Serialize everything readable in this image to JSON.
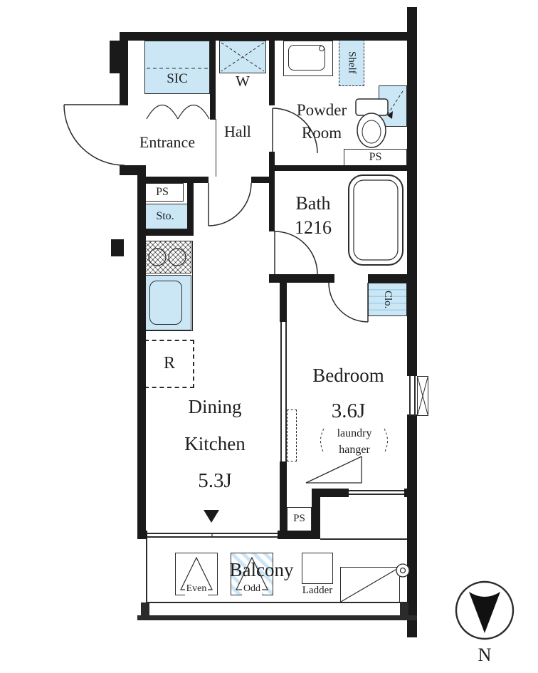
{
  "colors": {
    "wall": "#1a1a1a",
    "line": "#2b2b2b",
    "text": "#1f1f1f",
    "fixture_blue": "#cbe7f6",
    "fixture_blue_stripe": "#9fd0e8"
  },
  "rooms": {
    "entrance": "Entrance",
    "hall": "Hall",
    "powder_line1": "Powder",
    "powder_line2": "Room",
    "bath_name": "Bath",
    "bath_size": "1216",
    "dk_line1": "Dining",
    "dk_line2": "Kitchen",
    "dk_size": "5.3J",
    "bedroom_name": "Bedroom",
    "bedroom_size": "3.6J",
    "balcony": "Balcony"
  },
  "fixtures": {
    "sic": "SIC",
    "washer": "W",
    "shelf": "Shelf",
    "storage": "Sto.",
    "refrigerator": "R",
    "closet": "Clo.",
    "laundry_line1": "laundry",
    "laundry_line2": "hanger",
    "hatch_even": "Even",
    "hatch_odd": "Odd",
    "ladder": "Ladder"
  },
  "pipe_space": {
    "entrance": "PS",
    "powder": "PS",
    "bedroom": "PS"
  },
  "compass": {
    "north": "N"
  }
}
